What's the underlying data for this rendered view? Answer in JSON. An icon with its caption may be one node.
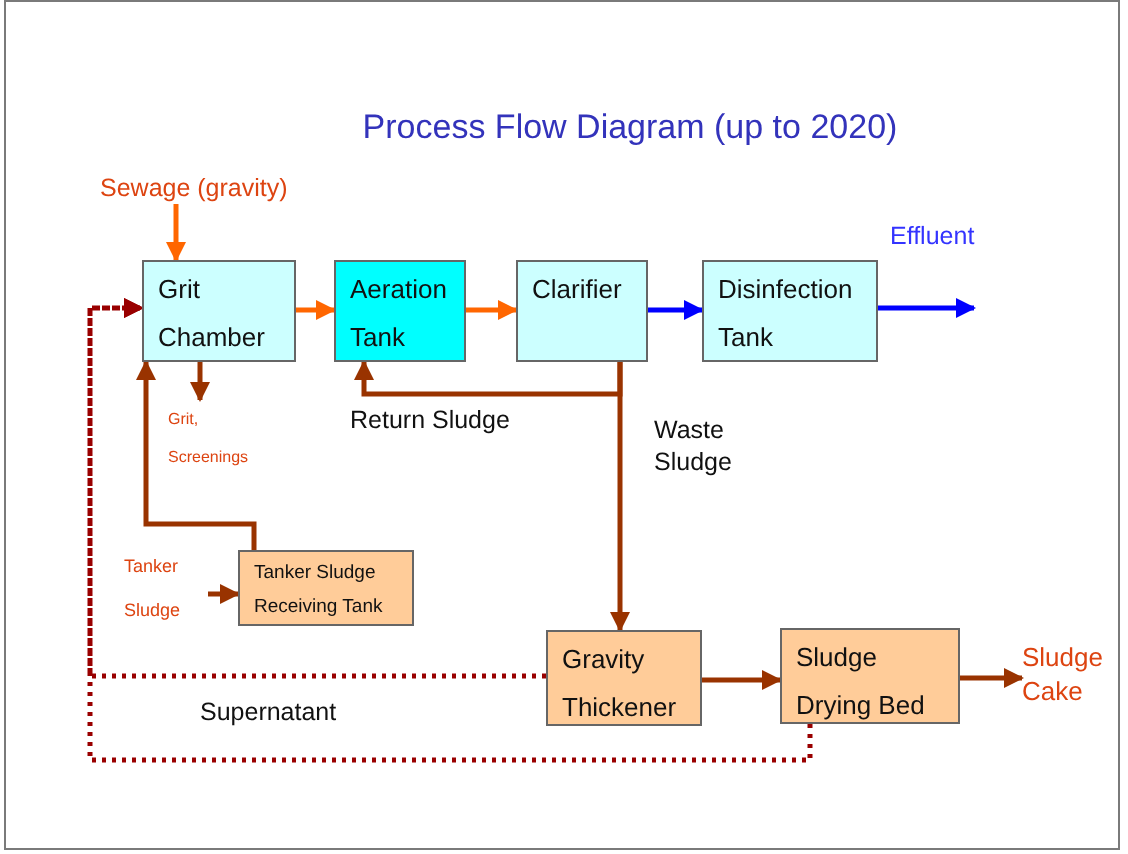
{
  "diagram": {
    "title": "Process Flow Diagram (up to 2020)",
    "nodes": [
      {
        "text": [
          "Grit Chamber"
        ]
      },
      {
        "text": [
          "Aeration Tank"
        ]
      },
      {
        "text": [
          "Clarifier"
        ]
      },
      {
        "text": [
          "Disinfection Tank"
        ]
      },
      {
        "text": [
          "Tanker Sludge Receiving Tank"
        ]
      },
      {
        "text": [
          "Gravity Thickener"
        ]
      },
      {
        "text": [
          "Sludge Drying Bed"
        ]
      },
      {
        "text": [
          "Sewage (gravity)"
        ]
      },
      {
        "text": [
          "Grit, Screenings"
        ]
      },
      {
        "text": [
          "Tanker Sludge"
        ]
      },
      {
        "text": [
          "Sludge Cake"
        ]
      }
    ],
    "edges": [
      {
        "from": 7,
        "to": 0,
        "arrow": "to",
        "color": "#ff6600"
      },
      {
        "from": 0,
        "to": 1,
        "arrow": "to",
        "color": "#ff6600"
      },
      {
        "from": 1,
        "to": 2,
        "arrow": "to",
        "color": "#ff6600"
      },
      {
        "from": 2,
        "to": 3,
        "arrow": "to",
        "color": "#0000ff"
      },
      {
        "from": 3,
        "to": null,
        "arrow": "to",
        "label": "Effluent",
        "color": "#0000ff"
      },
      {
        "from": 0,
        "to": 8,
        "arrow": "to"
      },
      {
        "from": 2,
        "to": 1,
        "arrow": "to",
        "label": "Return Sludge"
      },
      {
        "from": 2,
        "to": 5,
        "arrow": "to",
        "label": "Waste Sludge"
      },
      {
        "from": 9,
        "to": 4,
        "arrow": "to"
      },
      {
        "from": 4,
        "to": 0,
        "arrow": "to"
      },
      {
        "from": 5,
        "to": 6,
        "arrow": "to"
      },
      {
        "from": 6,
        "to": 10,
        "arrow": "to"
      },
      {
        "from": 5,
        "to": 0,
        "arrow": "to",
        "label": "Supernatant",
        "style": "dashed",
        "color": "#990000"
      },
      {
        "from": 6,
        "to": 0,
        "arrow": "to",
        "style": "dashed",
        "color": "#990000"
      }
    ]
  }
}
